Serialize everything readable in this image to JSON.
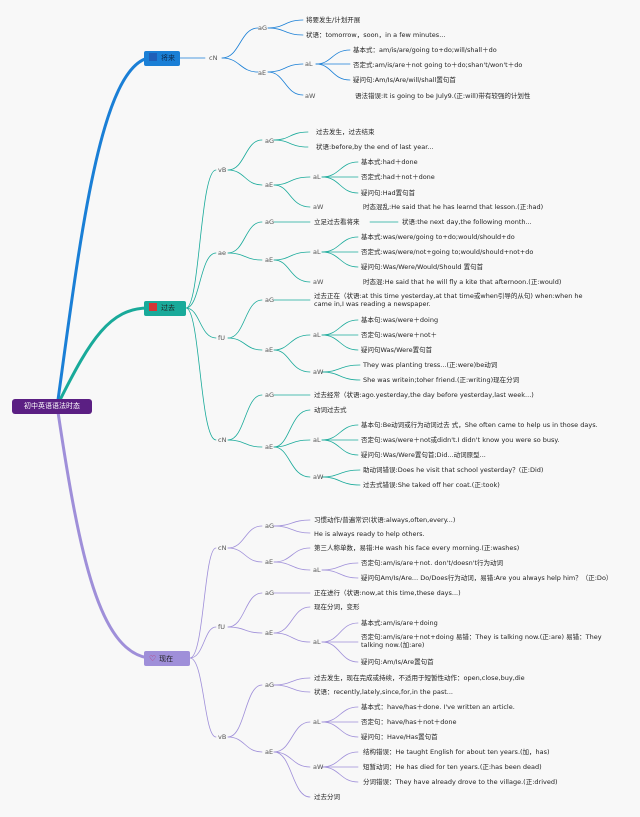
{
  "colors": {
    "root": "#5b1f83",
    "future": "#1a7fd6",
    "past": "#19aa9a",
    "present": "#9f8fd9",
    "icon_future": "#1f5fb8",
    "icon_past": "#d43535"
  },
  "icons": {
    "future": "square-icon",
    "past": "square-icon",
    "present": "heart-icon"
  },
  "root": "初中英语语法时态",
  "branches": {
    "future": "将来",
    "past": "过去",
    "present": "现在"
  },
  "codes": {
    "f_cN": "cN",
    "f_aG": "aG",
    "f_aE": "aE",
    "f_aL": "aL",
    "f_aW": "aW",
    "p1": "vB",
    "p1_aG": "aG",
    "p1_aE": "aE",
    "p1_aL": "aL",
    "p1_aW": "aW",
    "p2": "ae",
    "p2_aG": "aG",
    "p2_aE": "aE",
    "p2_aL": "aL",
    "p2_aW": "aW",
    "p3": "fU",
    "p3_aG": "aG",
    "p3_aE": "aE",
    "p3_aL": "aL",
    "p3_aW": "aW",
    "p4": "cN",
    "p4_aG": "aG",
    "p4_aE": "aE",
    "p4_aL": "aL",
    "p4_aW": "aW",
    "r1": "cN",
    "r1_aG": "aG",
    "r1_aE": "aE",
    "r1_aL": "aL",
    "r2": "fU",
    "r2_aG": "aG",
    "r2_aE": "aE",
    "r2_aL": "aL",
    "r3": "vB",
    "r3_aG": "aG",
    "r3_aE": "aE",
    "r3_aL": "aL",
    "r3_aW": "aW"
  },
  "future": {
    "g1": "将要发生/计划开展",
    "g2": "状语：tomorrow，soon，in a few minutes...",
    "l1": "基本式：am/is/are/going to+do;will/shall＋do",
    "l2": "否定式:am/is/are＋not going to＋do;shan't/won't＋do",
    "l3": "疑问句:Am/Is/Are/will/shall置句首",
    "w": "语法错误:It is going to be July9.(正:will)带有较强的计划性"
  },
  "past_perfect": {
    "g1": "过去发生，过去结束",
    "g2": "状语:before,by the end of last year...",
    "l1": "基本式:had＋done",
    "l2": "否定式:had＋not＋done",
    "l3": "疑问句:Had置句首",
    "w": "时态混乱:He said that he has learnd that lesson.(正:had)"
  },
  "past_future": {
    "g1": "立足过去看将来",
    "g2": "状语:the next day,the following month...",
    "l1": "基本式:was/were/going to+do;would/should+do",
    "l2": "否定式:was/were/not+going to;would/should+not+do",
    "l3": "疑问句:Was/Were/Would/Should 置句首",
    "w": "时态混:He said that he will fly a kite that afternoon.(正:would)"
  },
  "past_cont": {
    "g1": "过去正在（状语:at this time yesterday,at that time或when引导的从句) when:when he came in,I was reading a newspaper.",
    "l1": "基本句:was/were＋doing",
    "l2": "否定句:was/were＋not＋",
    "l3": "疑问句Was/Were置句首",
    "w1": "They was planting tress...(正:were)be动词",
    "w2": "She was writein;toher friend.(正:writing)现在分词"
  },
  "past_simple": {
    "g1": "过去经常（状语:ago.yesterday,the day before yesterday,last week...)",
    "e1": "动词过去式",
    "l1": "基本句:Be动词或行为动词过去 式，She often came to help us in those days.",
    "l2": "否定句:was/were＋not或didn't.I didn't know you were so busy.",
    "l3": "疑问句:Was/Were置句首;Did...动词原型...",
    "w1": "助动词错误:Does he visit that school yesterday？(正:Did)",
    "w2": "过去式错误:She taked off her coat.(正:took)"
  },
  "present_simple": {
    "g1": "习惯动作/普遍常识(状语:always,often,every...)",
    "g2": "He is always ready to help others.",
    "e1": "第三人称单数，易错:He wash his face every morning.(正:washes)",
    "l1": "否定句:am/is/are＋not. don't/doesn't行为动词",
    "l2": "疑问句Am/Is/Are... Do/Does行为动词，易错:Are you always help him？（正:Do）"
  },
  "present_cont": {
    "g1": "正在进行（状语:now,at this time,these days...)",
    "e1": "现在分词，变形",
    "l1": "基本式:am/is/are＋doing",
    "l2": "否定句:am/is/are＋not+doing 易错：They is talking now.(正:are) 易错：They talking now.(加:are)",
    "l3": "疑问句:Am/Is/Are置句首"
  },
  "present_perfect": {
    "g1": "过去发生，现在完成或持续，不适用于短暂性动作：open,close,buy,die",
    "g2": "状语：recently,lately,since,for,in the past...",
    "l1": "基本式：have/has＋done. I've written an article.",
    "l2": "否定句：have/has＋not＋done",
    "l3": "疑问句：Have/Has置句首",
    "w1": "结构错误：He taught English for about ten years.(加，has)",
    "w2": "短暂动词：He has died for ten years.(正:has been dead)",
    "w3": "分词错误：They have already drove to the village.(正:drived)",
    "e2": "过去分词"
  }
}
